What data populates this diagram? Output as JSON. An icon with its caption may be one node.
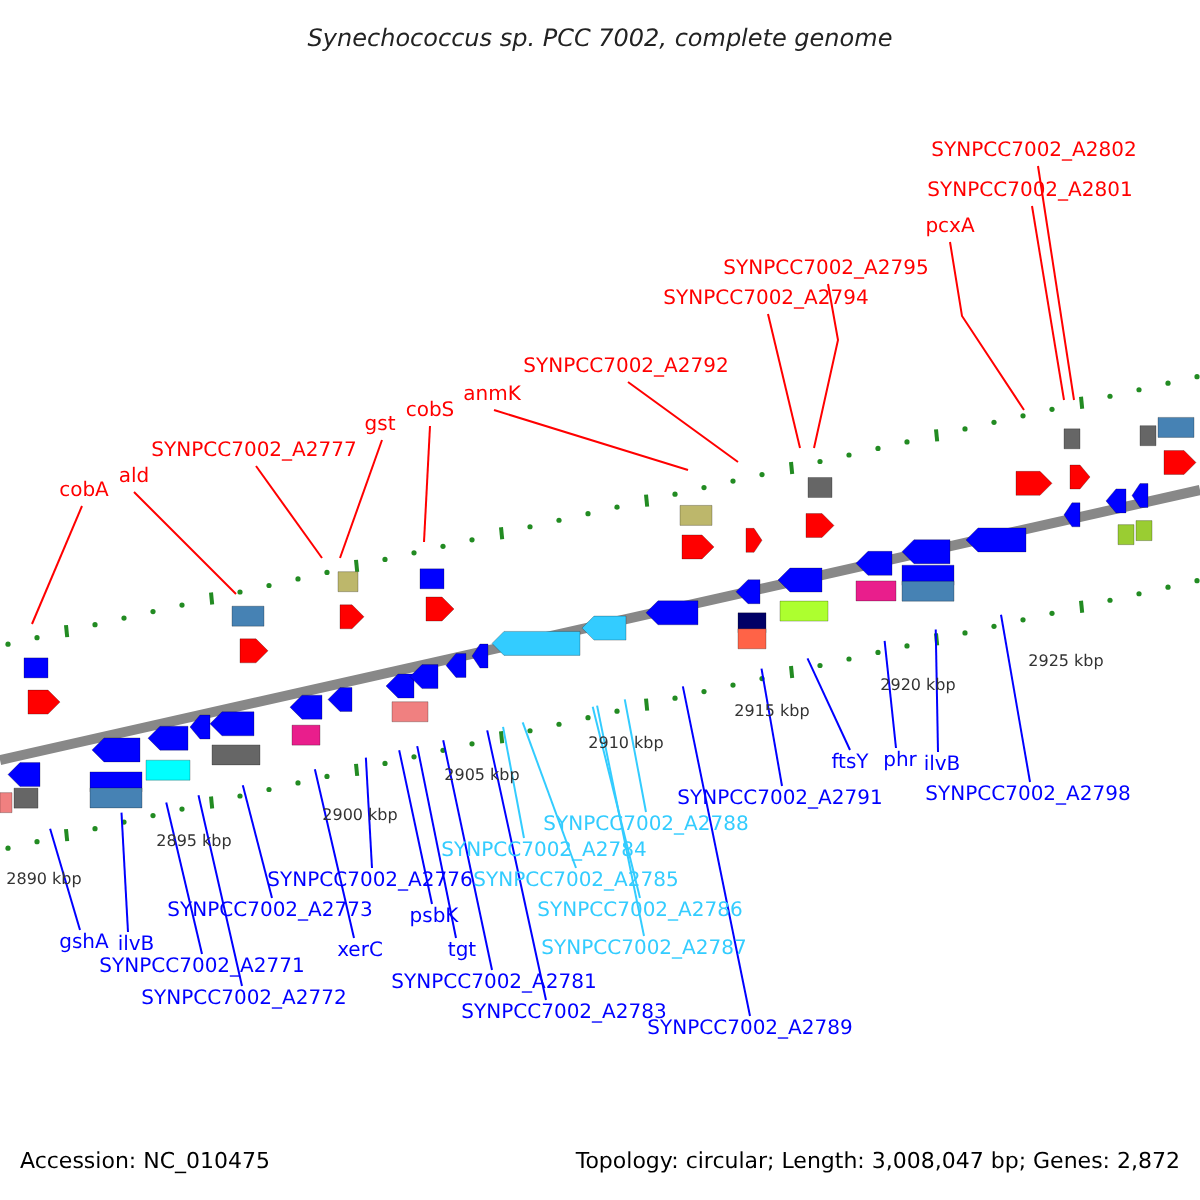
{
  "diagram": {
    "title": "Synechococcus sp. PCC 7002, complete genome",
    "nodes": [
      {
        "text": [
          "cobA"
        ]
      },
      {
        "text": [
          "ald"
        ]
      },
      {
        "text": [
          "SYNPCC7002_A2777"
        ]
      },
      {
        "text": [
          "gst"
        ]
      },
      {
        "text": [
          "cobS"
        ]
      },
      {
        "text": [
          "anmK"
        ]
      },
      {
        "text": [
          "SYNPCC7002_A2792"
        ]
      },
      {
        "text": [
          "SYNPCC7002_A2794"
        ]
      },
      {
        "text": [
          "SYNPCC7002_A2795"
        ]
      },
      {
        "text": [
          "pcxA"
        ]
      },
      {
        "text": [
          "SYNPCC7002_A2801"
        ]
      },
      {
        "text": [
          "SYNPCC7002_A2802"
        ]
      },
      {
        "text": [
          "gshA"
        ]
      },
      {
        "text": [
          "ilvB"
        ]
      },
      {
        "text": [
          "SYNPCC7002_A2771"
        ]
      },
      {
        "text": [
          "SYNPCC7002_A2772"
        ]
      },
      {
        "text": [
          "SYNPCC7002_A2773"
        ]
      },
      {
        "text": [
          "xerC"
        ]
      },
      {
        "text": [
          "SYNPCC7002_A2776"
        ]
      },
      {
        "text": [
          "psbK"
        ]
      },
      {
        "text": [
          "tgt"
        ]
      },
      {
        "text": [
          "SYNPCC7002_A2781"
        ]
      },
      {
        "text": [
          "SYNPCC7002_A2783"
        ]
      },
      {
        "text": [
          "SYNPCC7002_A2784"
        ]
      },
      {
        "text": [
          "SYNPCC7002_A2785"
        ]
      },
      {
        "text": [
          "SYNPCC7002_A2786"
        ]
      },
      {
        "text": [
          "SYNPCC7002_A2787"
        ]
      },
      {
        "text": [
          "SYNPCC7002_A2788"
        ]
      },
      {
        "text": [
          "SYNPCC7002_A2789"
        ]
      },
      {
        "text": [
          "SYNPCC7002_A2791"
        ]
      },
      {
        "text": [
          "ftsY"
        ]
      },
      {
        "text": [
          "phr"
        ]
      },
      {
        "text": [
          "ilvB"
        ]
      },
      {
        "text": [
          "SYNPCC7002_A2798"
        ]
      }
    ],
    "edges": [
      {
        "from": 0,
        "to": null,
        "arrow": "none",
        "color": "#ff0000"
      },
      {
        "from": 1,
        "to": null,
        "arrow": "none",
        "color": "#ff0000"
      },
      {
        "from": 2,
        "to": null,
        "arrow": "none",
        "color": "#ff0000"
      },
      {
        "from": 3,
        "to": null,
        "arrow": "none",
        "color": "#ff0000"
      },
      {
        "from": 4,
        "to": null,
        "arrow": "none",
        "color": "#ff0000"
      },
      {
        "from": 5,
        "to": null,
        "arrow": "none",
        "color": "#ff0000"
      },
      {
        "from": 6,
        "to": null,
        "arrow": "none",
        "color": "#ff0000"
      },
      {
        "from": 7,
        "to": null,
        "arrow": "none",
        "color": "#ff0000"
      },
      {
        "from": 8,
        "to": null,
        "arrow": "none",
        "color": "#ff0000"
      },
      {
        "from": 9,
        "to": null,
        "arrow": "none",
        "color": "#ff0000"
      },
      {
        "from": 10,
        "to": null,
        "arrow": "none",
        "color": "#ff0000"
      },
      {
        "from": 11,
        "to": null,
        "arrow": "none",
        "color": "#ff0000"
      },
      {
        "from": 12,
        "to": null,
        "arrow": "none"
      },
      {
        "from": 13,
        "to": null,
        "arrow": "none"
      },
      {
        "from": 14,
        "to": null,
        "arrow": "none"
      },
      {
        "from": 15,
        "to": null,
        "arrow": "none"
      },
      {
        "from": 16,
        "to": null,
        "arrow": "none"
      },
      {
        "from": 17,
        "to": null,
        "arrow": "none"
      },
      {
        "from": 18,
        "to": null,
        "arrow": "none"
      },
      {
        "from": 19,
        "to": null,
        "arrow": "none"
      },
      {
        "from": 20,
        "to": null,
        "arrow": "none"
      },
      {
        "from": 21,
        "to": null,
        "arrow": "none"
      },
      {
        "from": 22,
        "to": null,
        "arrow": "none"
      },
      {
        "from": 23,
        "to": null,
        "arrow": "none",
        "color": "#33ccff"
      },
      {
        "from": 24,
        "to": null,
        "arrow": "none",
        "color": "#33ccff"
      },
      {
        "from": 25,
        "to": null,
        "arrow": "none",
        "color": "#33ccff"
      },
      {
        "from": 26,
        "to": null,
        "arrow": "none",
        "color": "#33ccff"
      },
      {
        "from": 27,
        "to": null,
        "arrow": "none",
        "color": "#33ccff"
      },
      {
        "from": 28,
        "to": null,
        "arrow": "none"
      },
      {
        "from": 29,
        "to": null,
        "arrow": "none"
      },
      {
        "from": 30,
        "to": null,
        "arrow": "none"
      },
      {
        "from": 31,
        "to": null,
        "arrow": "none"
      },
      {
        "from": 32,
        "to": null,
        "arrow": "none"
      },
      {
        "from": 33,
        "to": null,
        "arrow": "none"
      }
    ],
    "labels": [
      "2890 kbp",
      "2895 kbp",
      "2900 kbp",
      "2905 kbp",
      "2910 kbp",
      "2915 kbp",
      "2920 kbp",
      "2925 kbp",
      "Accession: NC_010475",
      "Topology: circular; Length: 3,008,047 bp; Genes: 2,872"
    ]
  }
}
